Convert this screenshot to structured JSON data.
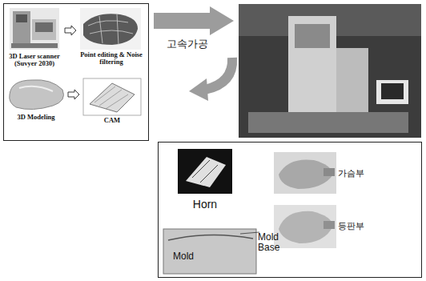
{
  "diagram": {
    "nodes": [
      {
        "text": [
          "3D Laser scanner (Suvyer 2030)"
        ]
      },
      {
        "text": [
          "Point editing & Noise filtering"
        ]
      },
      {
        "text": [
          "3D Modeling"
        ]
      },
      {
        "text": [
          "CAM"
        ]
      },
      {
        "text": [
          "Horn"
        ]
      },
      {
        "text": [
          "가슴부"
        ]
      },
      {
        "text": [
          "등판부"
        ]
      },
      {
        "text": [
          "Mold",
          "Mold Base"
        ]
      }
    ],
    "edges": [
      {
        "from": 0,
        "to": 1,
        "arrow": "to"
      },
      {
        "from": 2,
        "to": 3,
        "arrow": "to"
      }
    ],
    "labels": [
      "고속가공"
    ]
  }
}
